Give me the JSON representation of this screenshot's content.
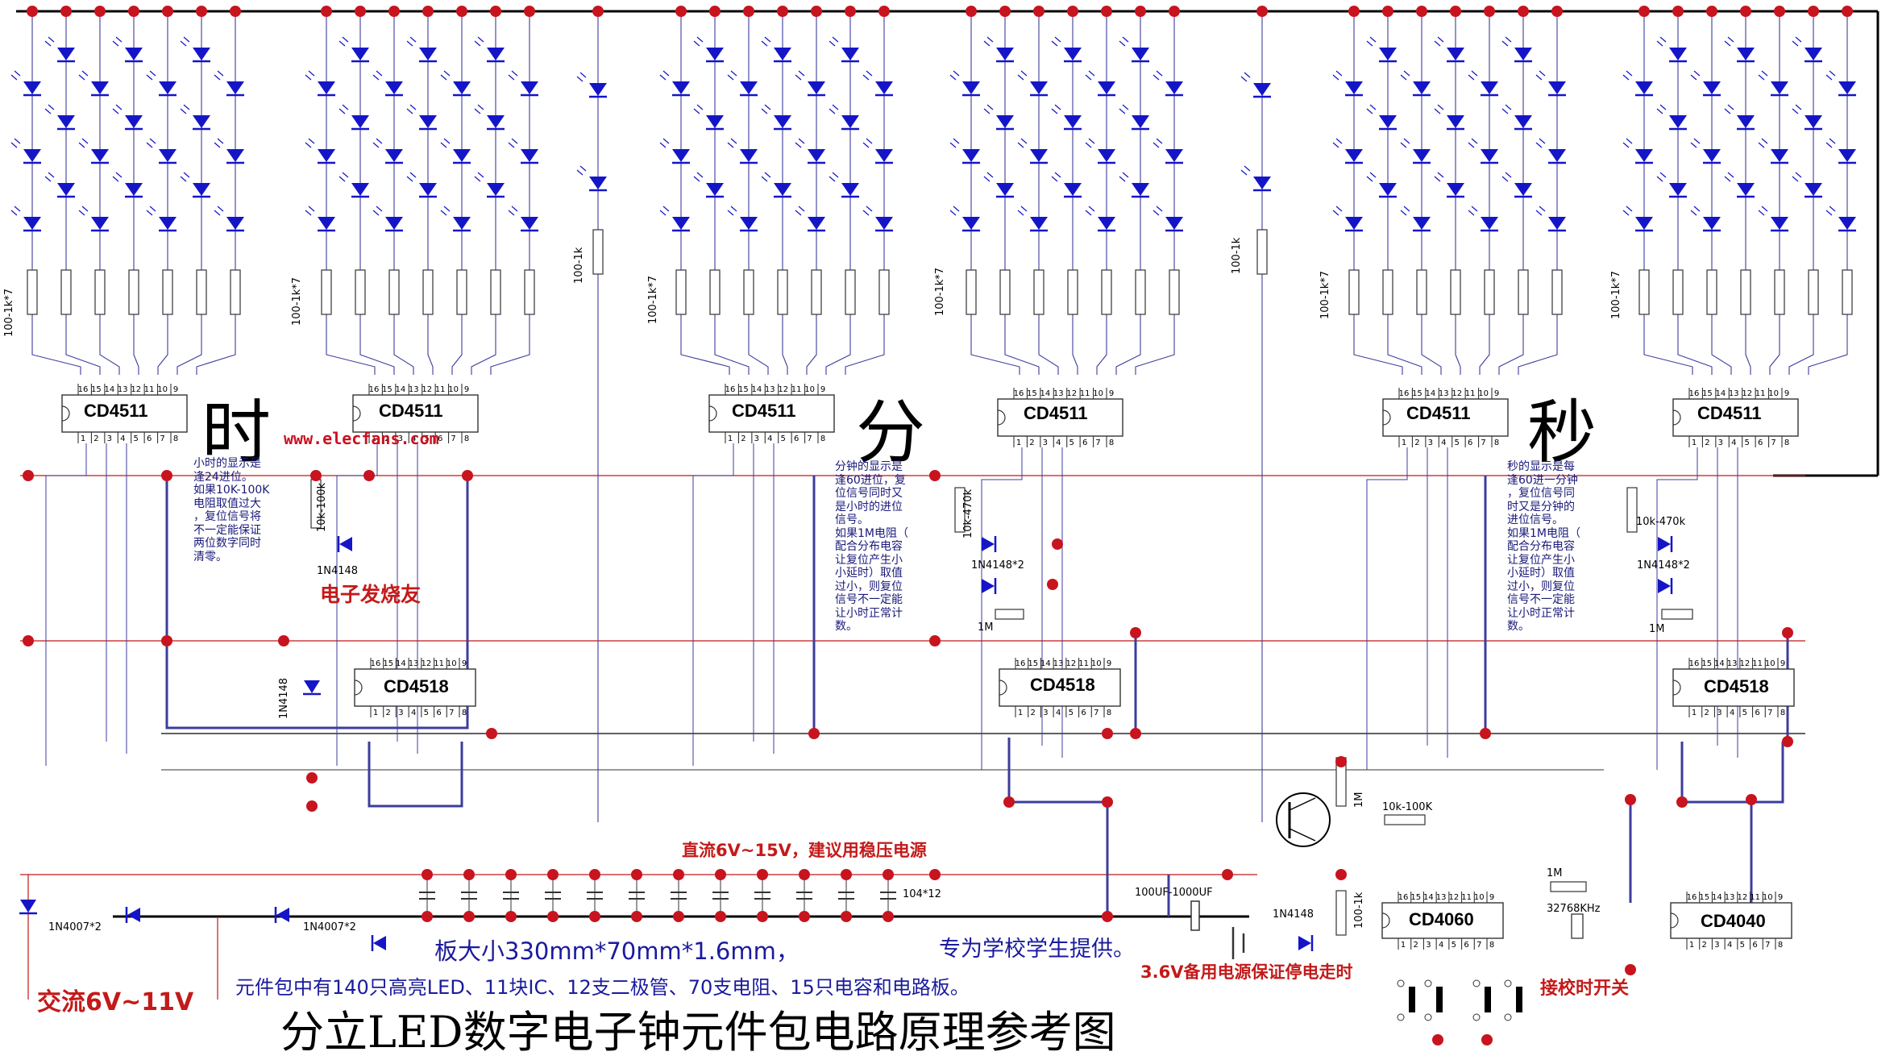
{
  "title": "分立LED数字电子钟元件包电路原理参考图",
  "watermark": "www.elecfans.com",
  "brand": "电子发烧友",
  "sections": {
    "hour": "时",
    "minute": "分",
    "second": "秒"
  },
  "chips": {
    "decoder": "CD4511",
    "counter": "CD4518",
    "oscillator": "CD4060",
    "divider": "CD4040"
  },
  "notes": {
    "hour": "小时的显示是\n逢24进位。\n如果10K-100K\n电阻取值过大\n，复位信号将\n不一定能保证\n两位数字同时\n清零。",
    "minute": "分钟的显示是\n逢60进位，复\n位信号同时又\n是小时的进位\n信号。\n如果1M电阻（\n配合分布电容\n让复位产生小\n小延时）取值\n过小，则复位\n信号不一定能\n让小时正常计\n数。",
    "second": "秒的显示是每\n逢60进一分钟\n，复位信号同\n时又是分钟的\n进位信号。\n如果1M电阻（\n配合分布电容\n让复位产生小\n小延时）取值\n过小，则复位\n信号不一定能\n让小时正常计\n数。"
  },
  "components": {
    "res_bank": "100-1k*7",
    "res_single": "100-1k",
    "res_10k100k": "10k-100k",
    "res_10k470k": "10k-470k",
    "res_10k470k_b": "10k-470k",
    "res_10k100k_b": "10k-100K",
    "res_1m": "1M",
    "diode_1n4148": "1N4148",
    "diode_1n4148x2": "1N4148*2",
    "diode_1n4007": "1N4007*2",
    "cap_bank": "104*12",
    "cap_electro": "100UF-1000UF",
    "crystal": "32768KHz"
  },
  "labels": {
    "dc_supply": "直流6V~15V，建议用稳压电源",
    "ac_supply": "交流6V~11V",
    "board_size": "板大小330mm*70mm*1.6mm，",
    "for_schools": "专为学校学生提供。",
    "kit_contents": "元件包中有140只高亮LED、11块IC、12支二极管、70支电阻、15只电容和电路板。",
    "backup": "3.6V备用电源保证停电走时",
    "set_switch": "接校时开关"
  },
  "pins": {
    "top": [
      "16",
      "15",
      "14",
      "13",
      "12",
      "11",
      "10",
      "9"
    ],
    "bottom": [
      "1",
      "2",
      "3",
      "4",
      "5",
      "6",
      "7",
      "8"
    ]
  },
  "colors": {
    "led": "#1515c8",
    "wire": "#3d3d9c",
    "supply": "#c01818",
    "node": "#c8141e",
    "text_red": "#c41a1a",
    "text_blue": "#1a1a9e"
  }
}
